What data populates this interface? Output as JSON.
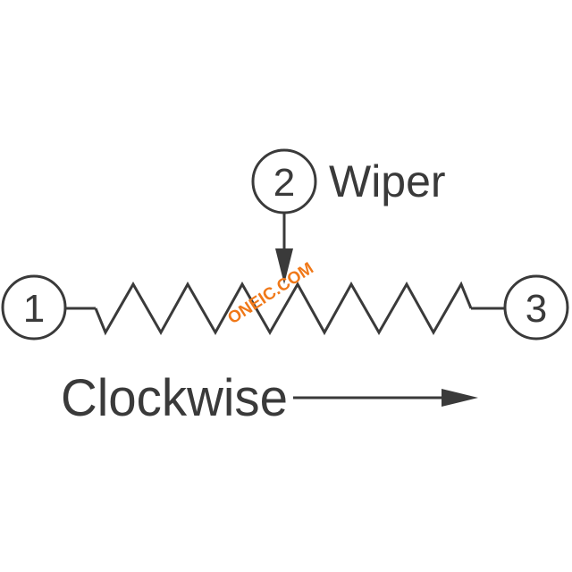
{
  "pins": {
    "pin1": {
      "number": "1"
    },
    "pin2": {
      "number": "2",
      "label": "Wiper"
    },
    "pin3": {
      "number": "3"
    }
  },
  "direction": {
    "label": "Clockwise"
  },
  "watermark": {
    "text": "ONEIC.COM",
    "color": "#f07818"
  },
  "colors": {
    "stroke": "#3a3a3a",
    "background": "#ffffff"
  }
}
